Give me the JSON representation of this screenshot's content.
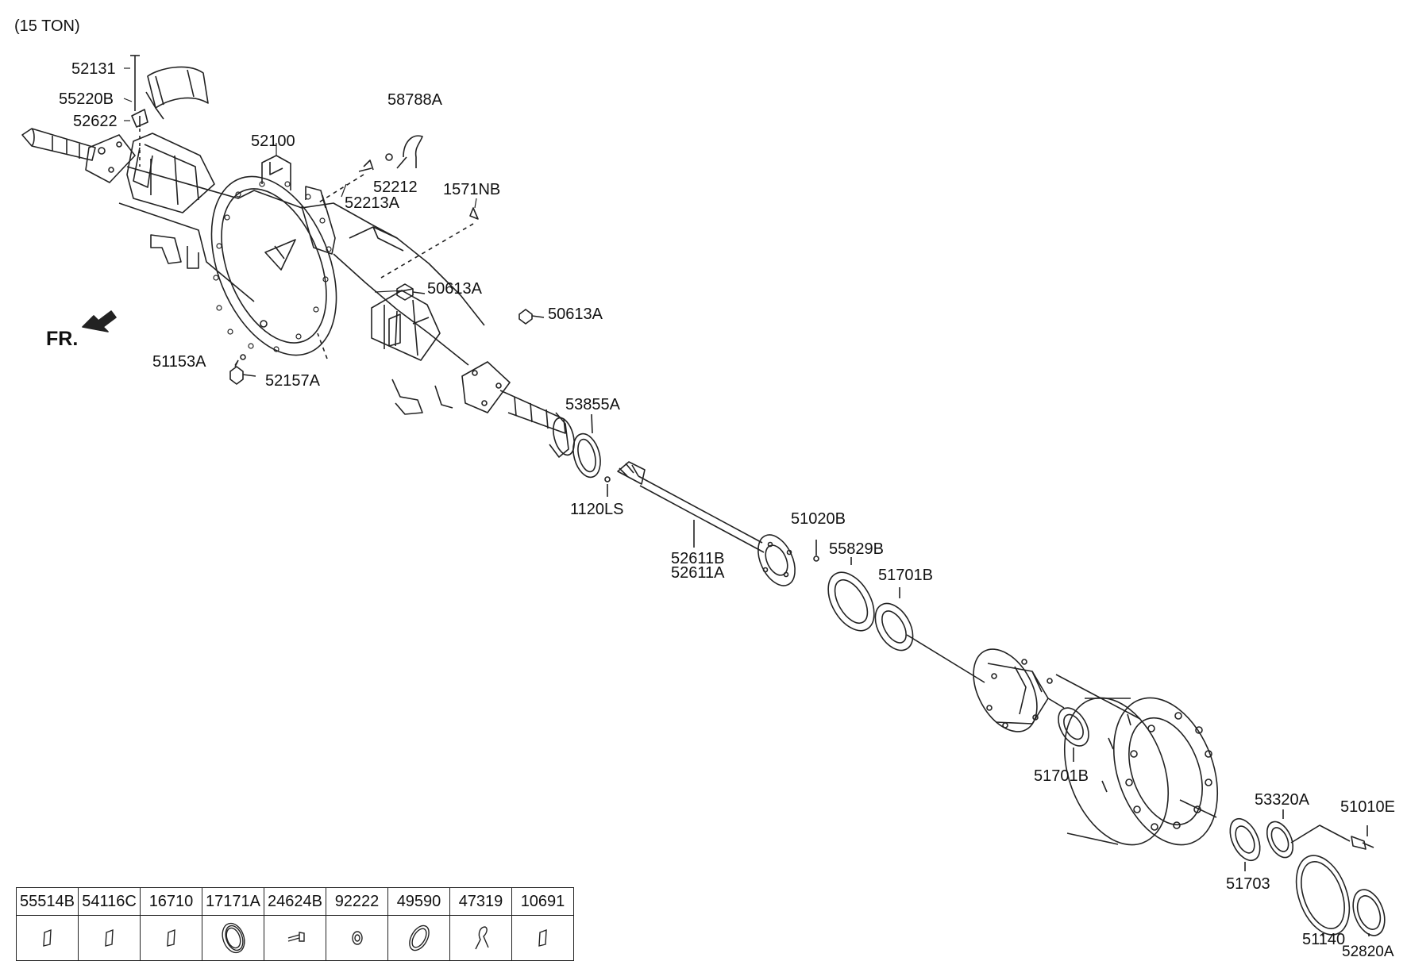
{
  "caption": "(15 TON)",
  "front_marker": "FR.",
  "callouts": [
    {
      "id": "52131",
      "text": "52131"
    },
    {
      "id": "55220B",
      "text": "55220B"
    },
    {
      "id": "52622",
      "text": "52622"
    },
    {
      "id": "52100",
      "text": "52100"
    },
    {
      "id": "58788A",
      "text": "58788A"
    },
    {
      "id": "52212",
      "text": "52212"
    },
    {
      "id": "52213A",
      "text": "52213A"
    },
    {
      "id": "1571NB",
      "text": "1571NB"
    },
    {
      "id": "50613A-1",
      "text": "50613A"
    },
    {
      "id": "50613A-2",
      "text": "50613A"
    },
    {
      "id": "51153A",
      "text": "51153A"
    },
    {
      "id": "52157A",
      "text": "52157A"
    },
    {
      "id": "53855A",
      "text": "53855A"
    },
    {
      "id": "1120LS",
      "text": "1120LS"
    },
    {
      "id": "51020B",
      "text": "51020B"
    },
    {
      "id": "52611B",
      "text": "52611B"
    },
    {
      "id": "52611A",
      "text": "52611A"
    },
    {
      "id": "55829B",
      "text": "55829B"
    },
    {
      "id": "51701B-1",
      "text": "51701B"
    },
    {
      "id": "51701B-2",
      "text": "51701B"
    },
    {
      "id": "53320A",
      "text": "53320A"
    },
    {
      "id": "51010E",
      "text": "51010E"
    },
    {
      "id": "51703",
      "text": "51703"
    },
    {
      "id": "51140",
      "text": "51140"
    },
    {
      "id": "52820A",
      "text": "52820A"
    }
  ],
  "legend": [
    {
      "part": "55514B",
      "icon": "small-plate-icon"
    },
    {
      "part": "54116C",
      "icon": "small-plate-icon"
    },
    {
      "part": "16710",
      "icon": "small-plate-icon"
    },
    {
      "part": "17171A",
      "icon": "oil-seal-icon"
    },
    {
      "part": "24624B",
      "icon": "bolt-icon"
    },
    {
      "part": "92222",
      "icon": "washer-icon"
    },
    {
      "part": "49590",
      "icon": "o-ring-icon"
    },
    {
      "part": "47319",
      "icon": "clip-icon"
    },
    {
      "part": "10691",
      "icon": "small-plate-icon"
    }
  ]
}
